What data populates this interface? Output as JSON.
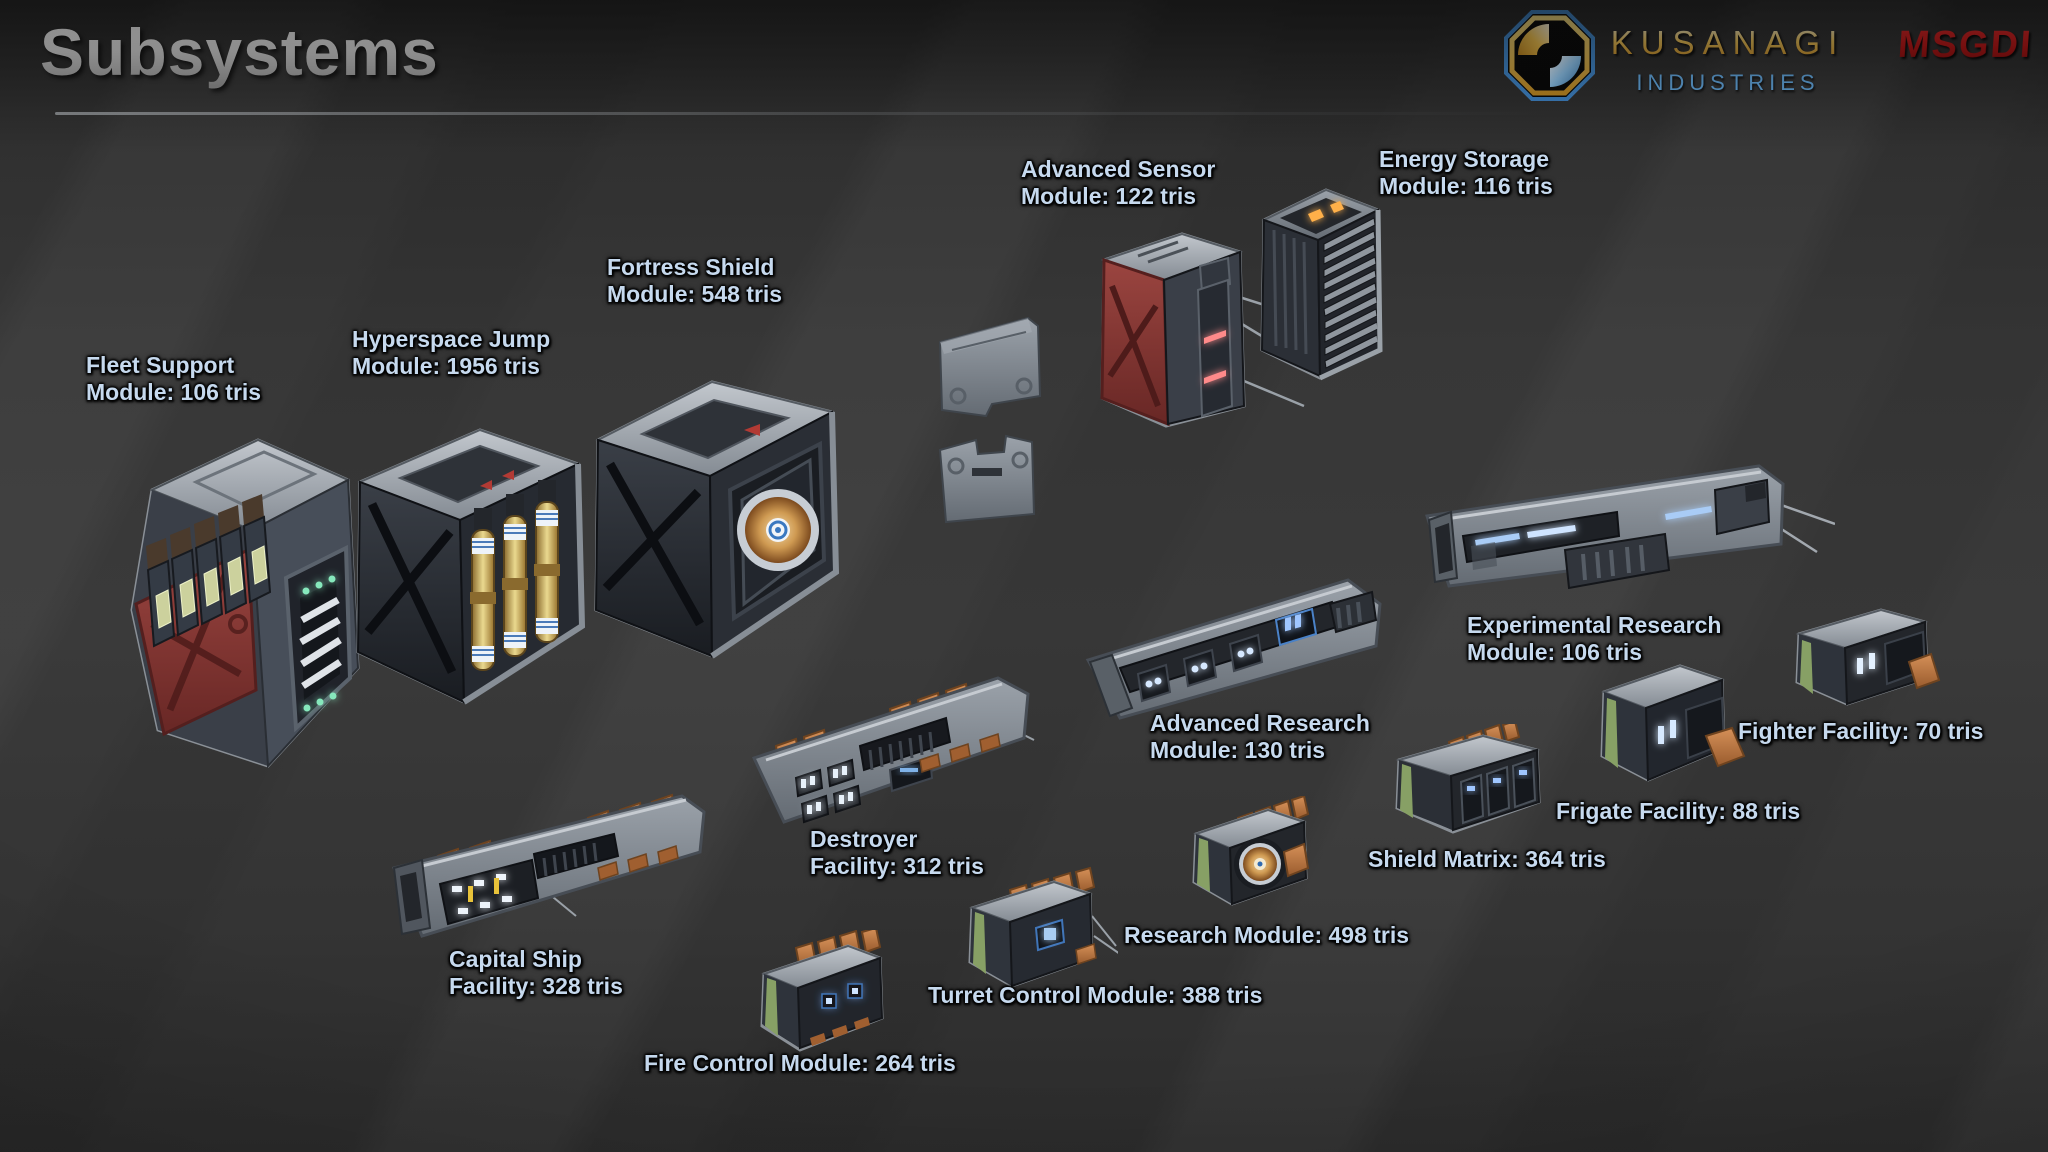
{
  "page": {
    "title": "Subsystems"
  },
  "branding": {
    "company": "KUSANAGI",
    "division": "INDUSTRIES",
    "logo_icon": "kusanagi-octagon-swirl",
    "watermark": "MSGDI",
    "accent_gold": "#e0a83a",
    "accent_blue": "#63a9e2",
    "watermark_red": "#c01414",
    "label_color": "#c6d9ee"
  },
  "modules": [
    {
      "id": "fleet-support",
      "name": "Fleet Support Module",
      "tris": 106,
      "line1": "Fleet Support",
      "line2": "Module: 106 tris"
    },
    {
      "id": "hyperspace-jump",
      "name": "Hyperspace Jump Module",
      "tris": 1956,
      "line1": "Hyperspace Jump",
      "line2": "Module: 1956 tris"
    },
    {
      "id": "fortress-shield",
      "name": "Fortress Shield Module",
      "tris": 548,
      "line1": "Fortress Shield",
      "line2": "Module: 548 tris"
    },
    {
      "id": "advanced-sensor",
      "name": "Advanced Sensor Module",
      "tris": 122,
      "line1": "Advanced Sensor",
      "line2": "Module: 122 tris"
    },
    {
      "id": "energy-storage",
      "name": "Energy Storage Module",
      "tris": 116,
      "line1": "Energy Storage",
      "line2": "Module: 116 tris"
    },
    {
      "id": "experimental-research",
      "name": "Experimental Research Module",
      "tris": 106,
      "line1": "Experimental Research",
      "line2": "Module: 106 tris"
    },
    {
      "id": "advanced-research",
      "name": "Advanced Research Module",
      "tris": 130,
      "line1": "Advanced Research",
      "line2": "Module: 130 tris"
    },
    {
      "id": "fighter-facility",
      "name": "Fighter Facility",
      "tris": 70,
      "line1": "Fighter Facility: 70 tris",
      "line2": ""
    },
    {
      "id": "frigate-facility",
      "name": "Frigate Facility",
      "tris": 88,
      "line1": "Frigate Facility: 88 tris",
      "line2": ""
    },
    {
      "id": "shield-matrix",
      "name": "Shield Matrix",
      "tris": 364,
      "line1": "Shield Matrix: 364 tris",
      "line2": ""
    },
    {
      "id": "research-module",
      "name": "Research Module",
      "tris": 498,
      "line1": "Research Module: 498 tris",
      "line2": ""
    },
    {
      "id": "turret-control",
      "name": "Turret Control Module",
      "tris": 388,
      "line1": "Turret Control Module: 388 tris",
      "line2": ""
    },
    {
      "id": "destroyer-facility",
      "name": "Destroyer Facility",
      "tris": 312,
      "line1": "Destroyer",
      "line2": "Facility: 312 tris"
    },
    {
      "id": "capital-ship-facility",
      "name": "Capital Ship Facility",
      "tris": 328,
      "line1": "Capital Ship",
      "line2": "Facility: 328 tris"
    },
    {
      "id": "fire-control",
      "name": "Fire Control Module",
      "tris": 264,
      "line1": "Fire Control Module: 264 tris",
      "line2": ""
    }
  ]
}
